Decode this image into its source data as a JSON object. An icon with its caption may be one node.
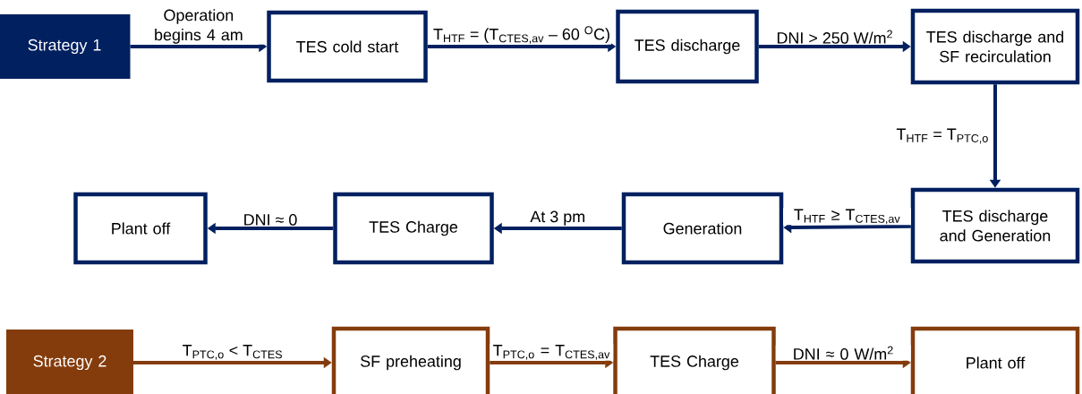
{
  "diagram": {
    "nodes": [
      {
        "text": [
          "Strategy 1"
        ]
      },
      {
        "text": [
          "TES cold start"
        ]
      },
      {
        "text": [
          "TES discharge"
        ]
      },
      {
        "text": [
          "TES discharge and SF recirculation"
        ]
      },
      {
        "text": [
          "TES discharge and Generation"
        ]
      },
      {
        "text": [
          "Generation"
        ]
      },
      {
        "text": [
          "TES Charge"
        ]
      },
      {
        "text": [
          "Plant off"
        ]
      },
      {
        "text": [
          "Strategy 2"
        ]
      },
      {
        "text": [
          "SF preheating"
        ]
      },
      {
        "text": [
          "TES Charge"
        ]
      },
      {
        "text": [
          "Plant off"
        ]
      }
    ],
    "edges": [
      {
        "from": 0,
        "to": 1,
        "arrow": "to",
        "label": "Operation begins 4 am"
      },
      {
        "from": 1,
        "to": 2,
        "arrow": "to",
        "label": "T$_{HTF}$ = (T$_{CTES,av}$ – 60 $^{O}$C)"
      },
      {
        "from": 2,
        "to": 3,
        "arrow": "to",
        "label": "DNI > 250 W/m$^{2}$"
      },
      {
        "from": 3,
        "to": 4,
        "arrow": "to",
        "label": "T$_{HTF}$ = T$_{PTC,o}$"
      },
      {
        "from": 4,
        "to": 5,
        "arrow": "to",
        "label": "T$_{HTF}$ ≥ T$_{CTES,av}$"
      },
      {
        "from": 5,
        "to": 6,
        "arrow": "to",
        "label": "At 3 pm"
      },
      {
        "from": 6,
        "to": 7,
        "arrow": "to",
        "label": "DNI ≈ 0"
      },
      {
        "from": 8,
        "to": 9,
        "arrow": "to",
        "label": "T$_{PTC,o}$ < T$_{CTES}$",
        "color": "#843c0c"
      },
      {
        "from": 9,
        "to": 10,
        "arrow": "to",
        "label": "T$_{PTC,o}$ = T$_{CTES,av}$",
        "color": "#843c0c"
      },
      {
        "from": 10,
        "to": 11,
        "arrow": "to",
        "label": "DNI ≈ 0 W/m$^{2}$",
        "color": "#843c0c"
      }
    ]
  }
}
